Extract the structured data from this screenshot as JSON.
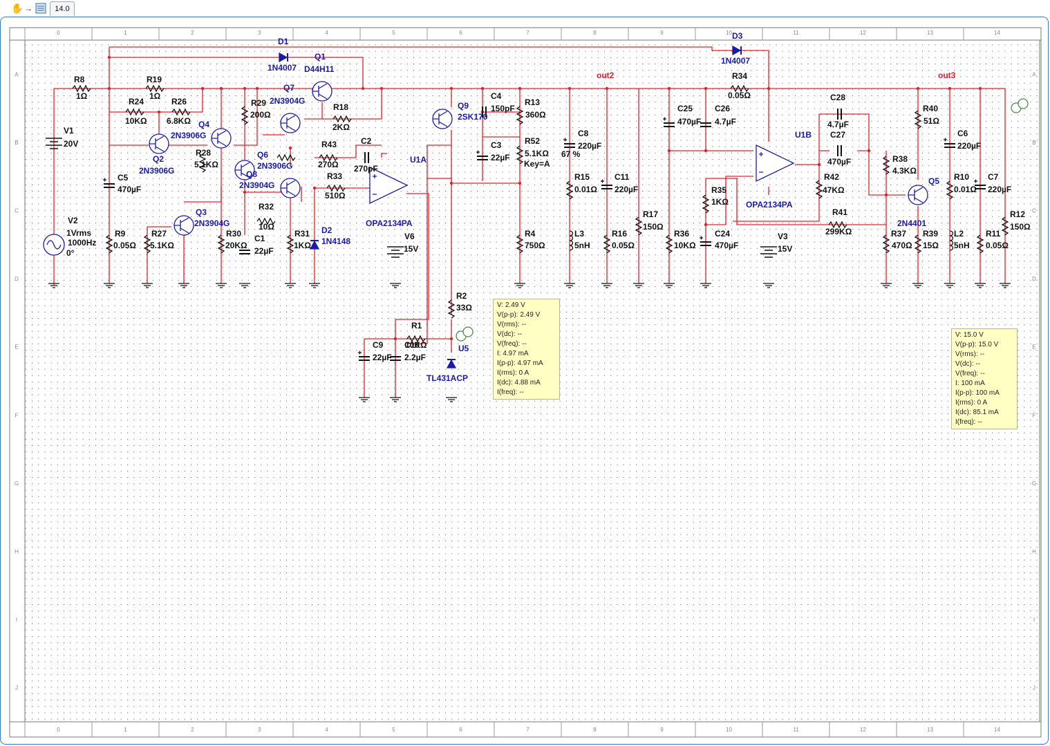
{
  "toolbar": {
    "hand_icon": "hand-icon",
    "arrow_icon": "arrow-icon",
    "sheet_icon": "sheet-icon",
    "tab_label": "14.0"
  },
  "grid": {
    "columns": [
      "0",
      "1",
      "2",
      "3",
      "4",
      "5",
      "6",
      "7",
      "8",
      "9",
      "10",
      "11",
      "12",
      "13",
      "14"
    ],
    "rows": [
      "A",
      "B",
      "C",
      "D",
      "E",
      "F",
      "G",
      "H",
      "I",
      "J"
    ]
  },
  "colors": {
    "wire": "#e0202a",
    "component": "#1a1aa8",
    "ref_label": "#1a1aa8",
    "value_label": "#111111",
    "net_label": "#e0202a",
    "probe_bg": "#ffffc4",
    "frame": "#3a79b5"
  },
  "labels": [
    {
      "t": "R8",
      "c": "v"
    },
    {
      "t": "1Ω",
      "c": "v"
    },
    {
      "t": "V1",
      "c": "v"
    },
    {
      "t": "20V",
      "c": "v"
    },
    {
      "t": "V2",
      "c": "v"
    },
    {
      "t": "1Vrms",
      "c": "v"
    },
    {
      "t": "1000Hz",
      "c": "v"
    },
    {
      "t": "0°",
      "c": "v"
    },
    {
      "t": "R19",
      "c": "v"
    },
    {
      "t": "1Ω",
      "c": "v"
    },
    {
      "t": "R24",
      "c": "v"
    },
    {
      "t": "10KΩ",
      "c": "v"
    },
    {
      "t": "R26",
      "c": "v"
    },
    {
      "t": "6.8KΩ",
      "c": "v"
    },
    {
      "t": "Q2",
      "c": "b"
    },
    {
      "t": "2N3906G",
      "c": "b"
    },
    {
      "t": "Q4",
      "c": "b"
    },
    {
      "t": "2N3906G",
      "c": "b"
    },
    {
      "t": "R28",
      "c": "v"
    },
    {
      "t": "5.1KΩ",
      "c": "v"
    },
    {
      "t": "C5",
      "c": "v"
    },
    {
      "t": "470µF",
      "c": "v"
    },
    {
      "t": "R9",
      "c": "v"
    },
    {
      "t": "0.05Ω",
      "c": "v"
    },
    {
      "t": "R27",
      "c": "v"
    },
    {
      "t": "5.1KΩ",
      "c": "v"
    },
    {
      "t": "Q3",
      "c": "b"
    },
    {
      "t": "2N3904G",
      "c": "b"
    },
    {
      "t": "R30",
      "c": "v"
    },
    {
      "t": "20KΩ",
      "c": "v"
    },
    {
      "t": "R29",
      "c": "v"
    },
    {
      "t": "200Ω",
      "c": "v"
    },
    {
      "t": "Q6",
      "c": "b"
    },
    {
      "t": "2N3906G",
      "c": "b"
    },
    {
      "t": "Q8",
      "c": "b"
    },
    {
      "t": "2N3904G",
      "c": "b"
    },
    {
      "t": "R32",
      "c": "v"
    },
    {
      "t": "10Ω",
      "c": "v"
    },
    {
      "t": "C1",
      "c": "v"
    },
    {
      "t": "22µF",
      "c": "v"
    },
    {
      "t": "R31",
      "c": "v"
    },
    {
      "t": "1KΩ",
      "c": "v"
    },
    {
      "t": "D2",
      "c": "b"
    },
    {
      "t": "1N4148",
      "c": "b"
    },
    {
      "t": "D1",
      "c": "b"
    },
    {
      "t": "1N4007",
      "c": "b"
    },
    {
      "t": "Q1",
      "c": "b"
    },
    {
      "t": "D44H11",
      "c": "b"
    },
    {
      "t": "Q7",
      "c": "b"
    },
    {
      "t": "2N3904G",
      "c": "b"
    },
    {
      "t": "R18",
      "c": "v"
    },
    {
      "t": "2KΩ",
      "c": "v"
    },
    {
      "t": "R43",
      "c": "v"
    },
    {
      "t": "270Ω",
      "c": "v"
    },
    {
      "t": "C2",
      "c": "v"
    },
    {
      "t": "270pF",
      "c": "v"
    },
    {
      "t": "R33",
      "c": "v"
    },
    {
      "t": "510Ω",
      "c": "v"
    },
    {
      "t": "U1A",
      "c": "b"
    },
    {
      "t": "OPA2134PA",
      "c": "b"
    },
    {
      "t": "V6",
      "c": "v"
    },
    {
      "t": "15V",
      "c": "v"
    },
    {
      "t": "Q9",
      "c": "b"
    },
    {
      "t": "2SK170",
      "c": "b"
    },
    {
      "t": "C4",
      "c": "v"
    },
    {
      "t": "150pF",
      "c": "v"
    },
    {
      "t": "C3",
      "c": "v"
    },
    {
      "t": "22µF",
      "c": "v"
    },
    {
      "t": "R13",
      "c": "v"
    },
    {
      "t": "360Ω",
      "c": "v"
    },
    {
      "t": "R52",
      "c": "v"
    },
    {
      "t": "5.1KΩ",
      "c": "v"
    },
    {
      "t": "Key=A",
      "c": "v"
    },
    {
      "t": "67 %",
      "c": "v"
    },
    {
      "t": "R4",
      "c": "v"
    },
    {
      "t": "750Ω",
      "c": "v"
    },
    {
      "t": "R2",
      "c": "v"
    },
    {
      "t": "33Ω",
      "c": "v"
    },
    {
      "t": "R1",
      "c": "v"
    },
    {
      "t": "10KΩ",
      "c": "v"
    },
    {
      "t": "C9",
      "c": "v"
    },
    {
      "t": "22µF",
      "c": "v"
    },
    {
      "t": "C10",
      "c": "v"
    },
    {
      "t": "2.2µF",
      "c": "v"
    },
    {
      "t": "U5",
      "c": "b"
    },
    {
      "t": "TL431ACP",
      "c": "b"
    },
    {
      "t": "C8",
      "c": "v"
    },
    {
      "t": "220µF",
      "c": "v"
    },
    {
      "t": "R15",
      "c": "v"
    },
    {
      "t": "0.01Ω",
      "c": "v"
    },
    {
      "t": "L3",
      "c": "v"
    },
    {
      "t": "5nH",
      "c": "v"
    },
    {
      "t": "C11",
      "c": "v"
    },
    {
      "t": "220µF",
      "c": "v"
    },
    {
      "t": "R16",
      "c": "v"
    },
    {
      "t": "0.05Ω",
      "c": "v"
    },
    {
      "t": "R17",
      "c": "v"
    },
    {
      "t": "150Ω",
      "c": "v"
    },
    {
      "t": "out2",
      "c": "r"
    },
    {
      "t": "D3",
      "c": "b"
    },
    {
      "t": "1N4007",
      "c": "b"
    },
    {
      "t": "R34",
      "c": "v"
    },
    {
      "t": "0.05Ω",
      "c": "v"
    },
    {
      "t": "C25",
      "c": "v"
    },
    {
      "t": "470µF",
      "c": "v"
    },
    {
      "t": "C26",
      "c": "v"
    },
    {
      "t": "4.7µF",
      "c": "v"
    },
    {
      "t": "U1B",
      "c": "b"
    },
    {
      "t": "OPA2134PA",
      "c": "b"
    },
    {
      "t": "R35",
      "c": "v"
    },
    {
      "t": "1KΩ",
      "c": "v"
    },
    {
      "t": "R36",
      "c": "v"
    },
    {
      "t": "10KΩ",
      "c": "v"
    },
    {
      "t": "C24",
      "c": "v"
    },
    {
      "t": "470µF",
      "c": "v"
    },
    {
      "t": "V3",
      "c": "v"
    },
    {
      "t": "15V",
      "c": "v"
    },
    {
      "t": "C28",
      "c": "v"
    },
    {
      "t": "4.7µF",
      "c": "v"
    },
    {
      "t": "C27",
      "c": "v"
    },
    {
      "t": "470µF",
      "c": "v"
    },
    {
      "t": "R42",
      "c": "v"
    },
    {
      "t": "47KΩ",
      "c": "v"
    },
    {
      "t": "R41",
      "c": "v"
    },
    {
      "t": "299KΩ",
      "c": "v"
    },
    {
      "t": "R40",
      "c": "v"
    },
    {
      "t": "51Ω",
      "c": "v"
    },
    {
      "t": "R38",
      "c": "v"
    },
    {
      "t": "4.3KΩ",
      "c": "v"
    },
    {
      "t": "Q5",
      "c": "b"
    },
    {
      "t": "2N4401",
      "c": "b"
    },
    {
      "t": "R37",
      "c": "v"
    },
    {
      "t": "470Ω",
      "c": "v"
    },
    {
      "t": "R39",
      "c": "v"
    },
    {
      "t": "15Ω",
      "c": "v"
    },
    {
      "t": "out3",
      "c": "r"
    },
    {
      "t": "C6",
      "c": "v"
    },
    {
      "t": "220µF",
      "c": "v"
    },
    {
      "t": "R10",
      "c": "v"
    },
    {
      "t": "0.01Ω",
      "c": "v"
    },
    {
      "t": "L2",
      "c": "v"
    },
    {
      "t": "5nH",
      "c": "v"
    },
    {
      "t": "C7",
      "c": "v"
    },
    {
      "t": "220µF",
      "c": "v"
    },
    {
      "t": "R11",
      "c": "v"
    },
    {
      "t": "0.05Ω",
      "c": "v"
    },
    {
      "t": "R12",
      "c": "v"
    },
    {
      "t": "150Ω",
      "c": "v"
    }
  ],
  "probes": [
    {
      "lines": [
        "V: 2.49 V",
        "V(p-p): 2.49 V",
        "V(rms): --",
        "V(dc): --",
        "V(freq): --",
        "I: 4.97 mA",
        "I(p-p): 4.97 mA",
        "I(rms): 0 A",
        "I(dc): 4.88 mA",
        "I(freq): --"
      ]
    },
    {
      "lines": [
        "V: 15.0 V",
        "V(p-p): 15.0 V",
        "V(rms): --",
        "V(dc): --",
        "V(freq): --",
        "I: 100 mA",
        "I(p-p): 100 mA",
        "I(rms): 0 A",
        "I(dc): 85.1 mA",
        "I(freq): --"
      ]
    }
  ]
}
